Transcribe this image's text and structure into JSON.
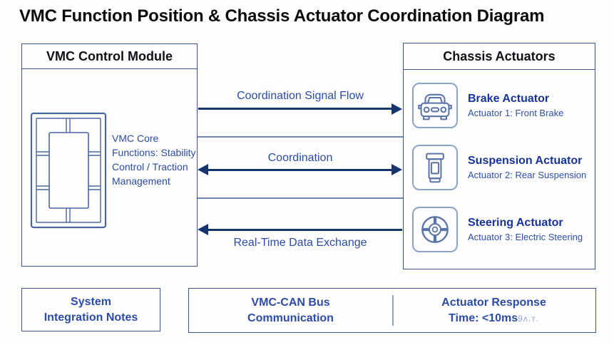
{
  "title": "VMC Function Position & Chassis Actuator Coordination Diagram",
  "colors": {
    "arrow_navy": "#16356f",
    "box_border": "#3d5590",
    "blue_text": "#2b4ba6",
    "bold_blue": "#17339b",
    "tile_border": "#8da2c8",
    "icon_stroke": "#5a74a8",
    "header_text": "#101116"
  },
  "vmc_module": {
    "header": "VMC Control Module",
    "core_text": "VMC Core Functions: Stability Control / Traction Management",
    "icon": "chip-icon"
  },
  "chassis": {
    "header": "Chassis Actuators",
    "actuators": [
      {
        "icon": "car-icon",
        "title": "Brake Actuator",
        "subtitle": "Actuator 1: Front Brake"
      },
      {
        "icon": "suspension-icon",
        "title": "Suspension Actuator",
        "subtitle": "Actuator 2: Rear Suspension"
      },
      {
        "icon": "steering-icon",
        "title": "Steering Actuator",
        "subtitle": "Actuator 3: Electric Steering"
      }
    ]
  },
  "flows": [
    {
      "label": "Coordination Signal Flow",
      "direction": "right"
    },
    {
      "label": "Coordination",
      "direction": "both"
    },
    {
      "label": "Real-Time Data Exchange",
      "direction": "left"
    }
  ],
  "footer": {
    "notes_line1": "System",
    "notes_line2": "Integration Notes",
    "bus_line1": "VMC-CAN Bus",
    "bus_line2": "Communication",
    "response_line1": "Actuator Response",
    "response_line2": "Time: <10ms",
    "response_artifact": "9ʌ.ᴛ."
  }
}
